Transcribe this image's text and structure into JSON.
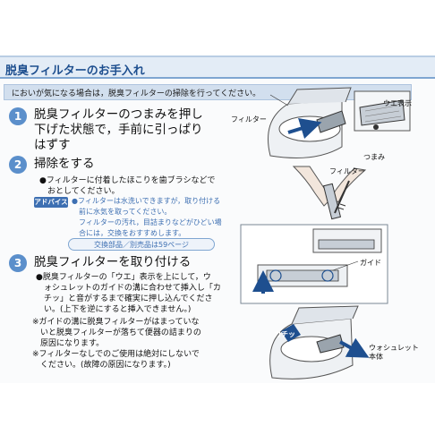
{
  "title": "脱臭フィルターのお手入れ",
  "notice": "においが気になる場合は，脱臭フィルターの掃除を行ってください。",
  "steps": [
    {
      "num": "1",
      "lines": [
        "脱臭フィルターのつまみを押し",
        "下げた状態で，手前に引っぱり",
        "はずす"
      ]
    },
    {
      "num": "2",
      "lines": [
        "掃除をする"
      ]
    },
    {
      "num": "3",
      "lines": [
        "脱臭フィルターを取り付ける"
      ]
    }
  ],
  "step2": {
    "bullet": [
      "●フィルターに付着したほこりを歯ブラシなどで",
      "　おとしてください。"
    ],
    "advice_label": "アドバイス",
    "advice": [
      "●フィルターは水洗いできますが，取り付ける",
      "　前に水気を取ってください。",
      "　フィルターの汚れ，目詰まりなどがひどい場",
      "　合には，交換をおすすめします。"
    ],
    "reference": "交換部品／別売品は59ページ"
  },
  "step3": {
    "bullet": [
      "●脱臭フィルターの「ウエ」表示を上にして，ウ",
      "　ォシュレットのガイドの溝に合わせて挿入し「カ",
      "　チッ」と音がするまで確実に押し込んでくださ",
      "　い。(上下を逆にすると挿入できません。)"
    ],
    "notes": [
      "※ガイドの溝に脱臭フィルターがはまっていな",
      "　いと脱臭フィルターが落ちて便器の詰まりの",
      "　原因になります。",
      "※フィルターなしでのご使用は絶対にしないで",
      "　ください。(故障の原因になります。)"
    ]
  },
  "labels": {
    "filter1": "フィルター",
    "ue": "ウエ表示",
    "knob": "つまみ",
    "filter2": "フィルター",
    "guide": "ガイド",
    "kachi": "カチッ",
    "washlet": [
      "ウォシュレット",
      "本体"
    ]
  },
  "colors": {
    "accent": "#5b8fcb",
    "title": "#1e4f8f",
    "notice_bg": "#d2dfee"
  }
}
